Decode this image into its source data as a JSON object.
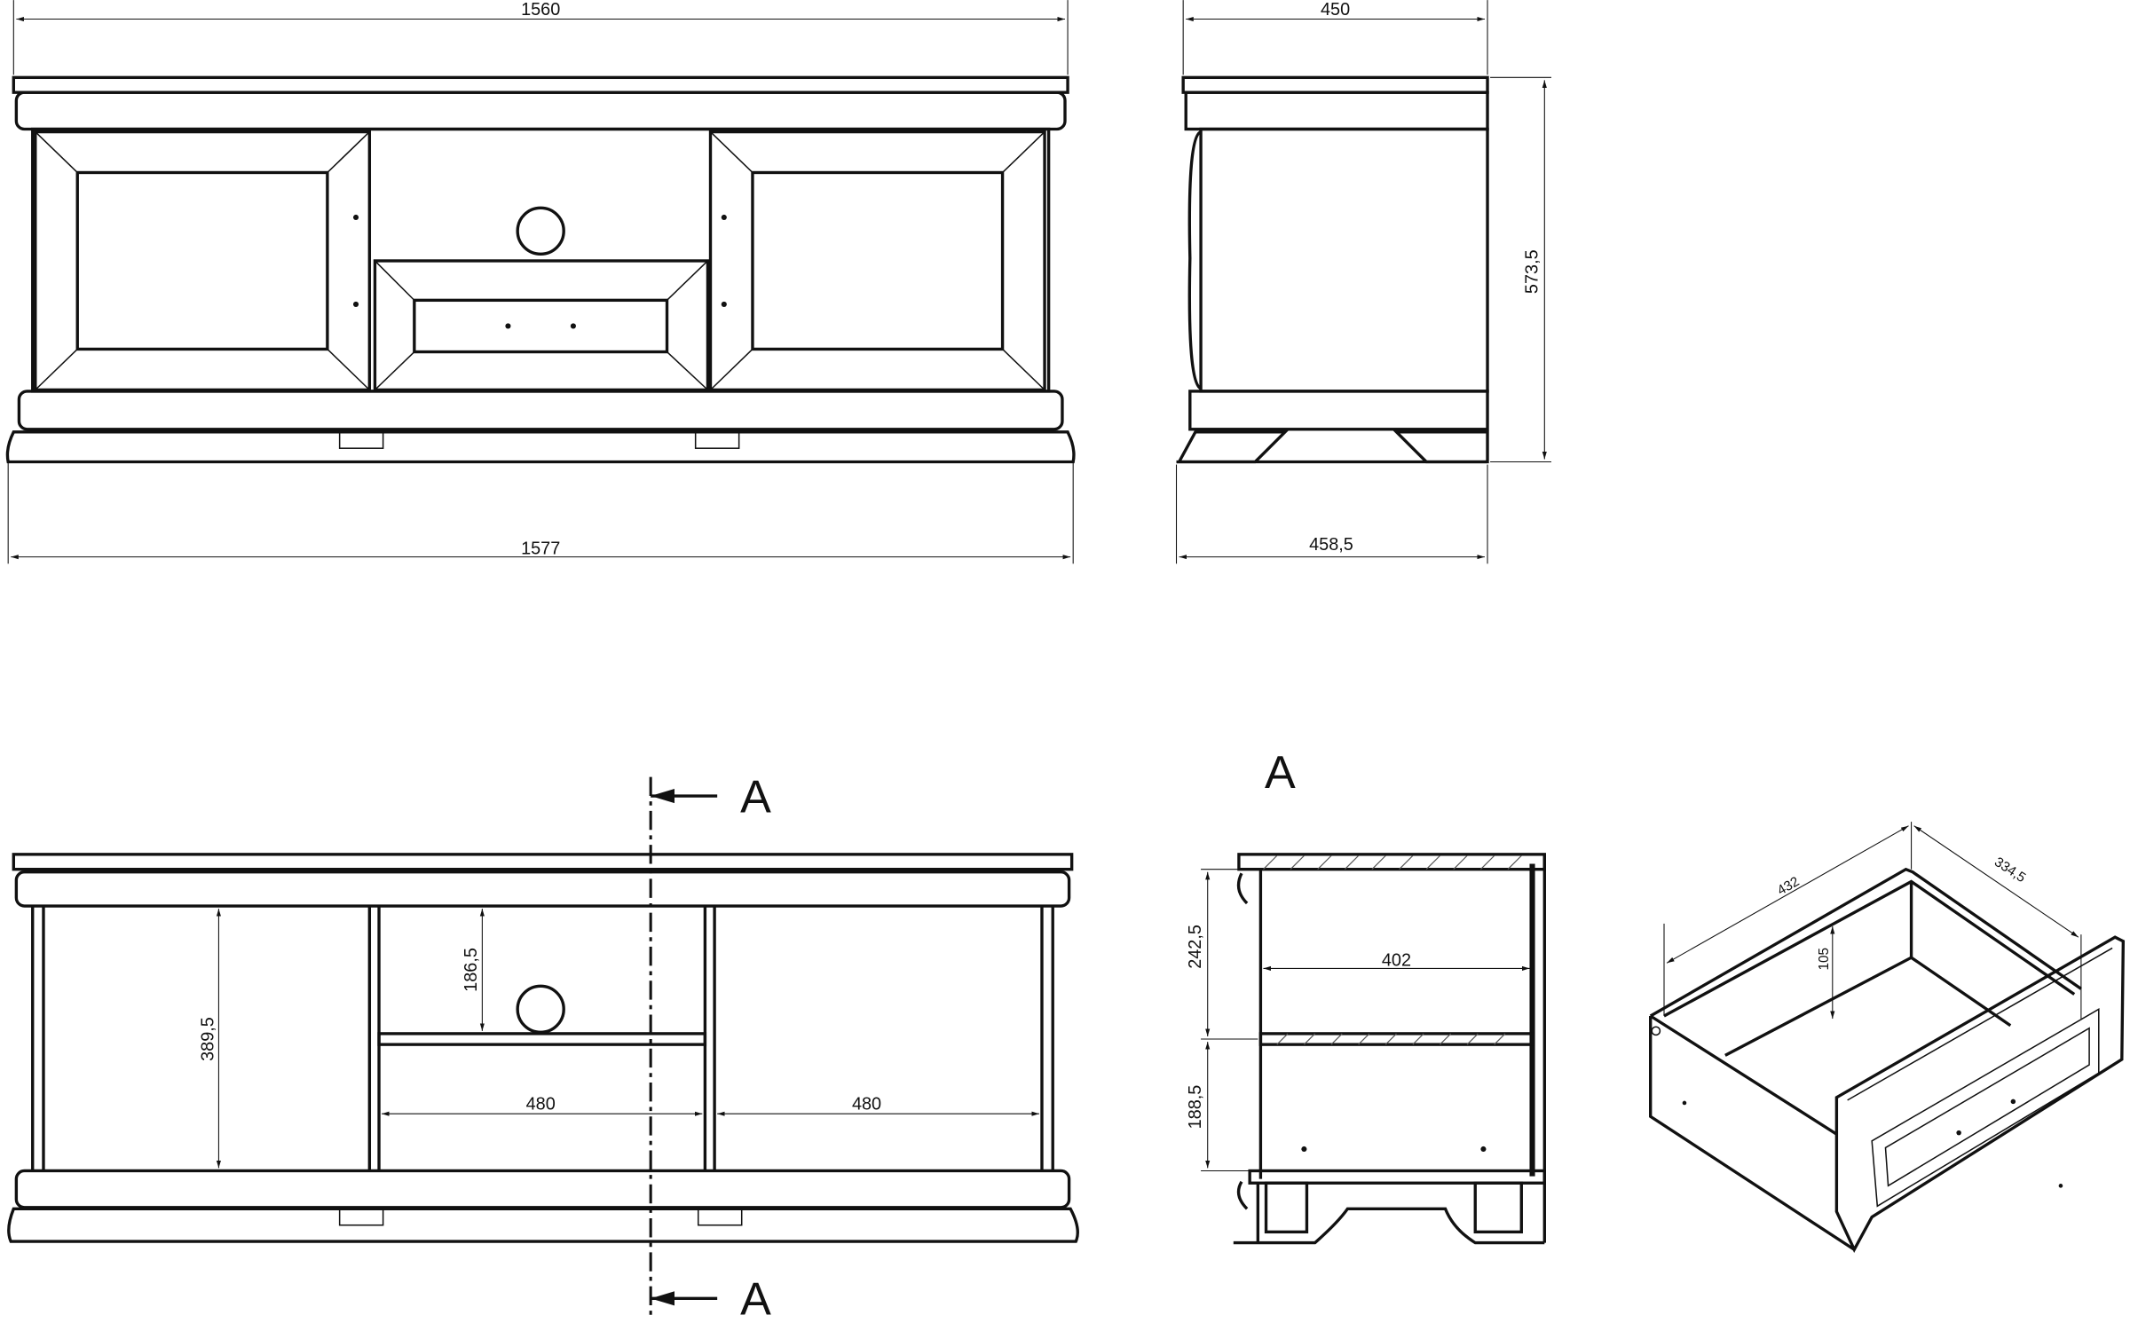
{
  "front_view": {
    "width_top": "1560",
    "width_bottom": "1577"
  },
  "side_view": {
    "depth_top": "450",
    "depth_bottom": "458,5",
    "height": "573,5"
  },
  "section_front": {
    "section_marker_top": "A",
    "section_marker_bottom": "A",
    "inner_height": "389,5",
    "niche_height": "186,5",
    "shelf_width_middle": "480",
    "shelf_width_right": "480"
  },
  "section_a": {
    "title": "A",
    "upper_height": "242,5",
    "lower_height": "188,5",
    "inner_depth": "402"
  },
  "drawer": {
    "length": "432",
    "depth": "334,5",
    "height": "105"
  }
}
